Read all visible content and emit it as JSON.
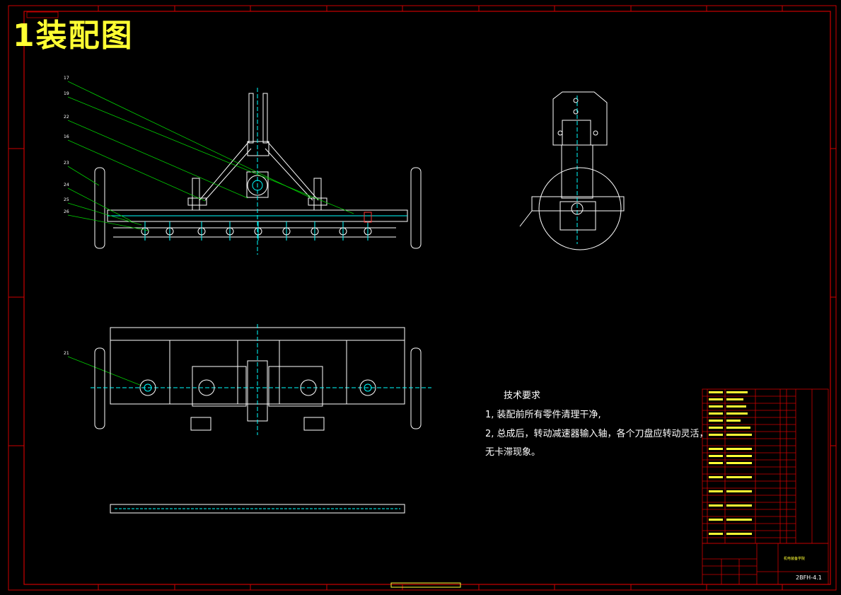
{
  "title": "1装配图",
  "technical_requirements": {
    "heading": "技术要求",
    "items": [
      "1, 装配前所有零件清理干净,",
      "2, 总成后，转动减速器输入轴，各个刀盘应转动灵活，",
      "无卡滞现象。"
    ]
  },
  "callouts": [
    "17",
    "19",
    "22",
    "16",
    "23",
    "24",
    "25",
    "26",
    "21"
  ],
  "title_block": {
    "drawing_number": "2BFH-4.1",
    "school": "机电装备学院"
  },
  "colors": {
    "background": "#000000",
    "frame": "#cc0000",
    "linework": "#ffffff",
    "cyan": "#00ffff",
    "leader": "#00cc00",
    "title": "#ffff33"
  }
}
